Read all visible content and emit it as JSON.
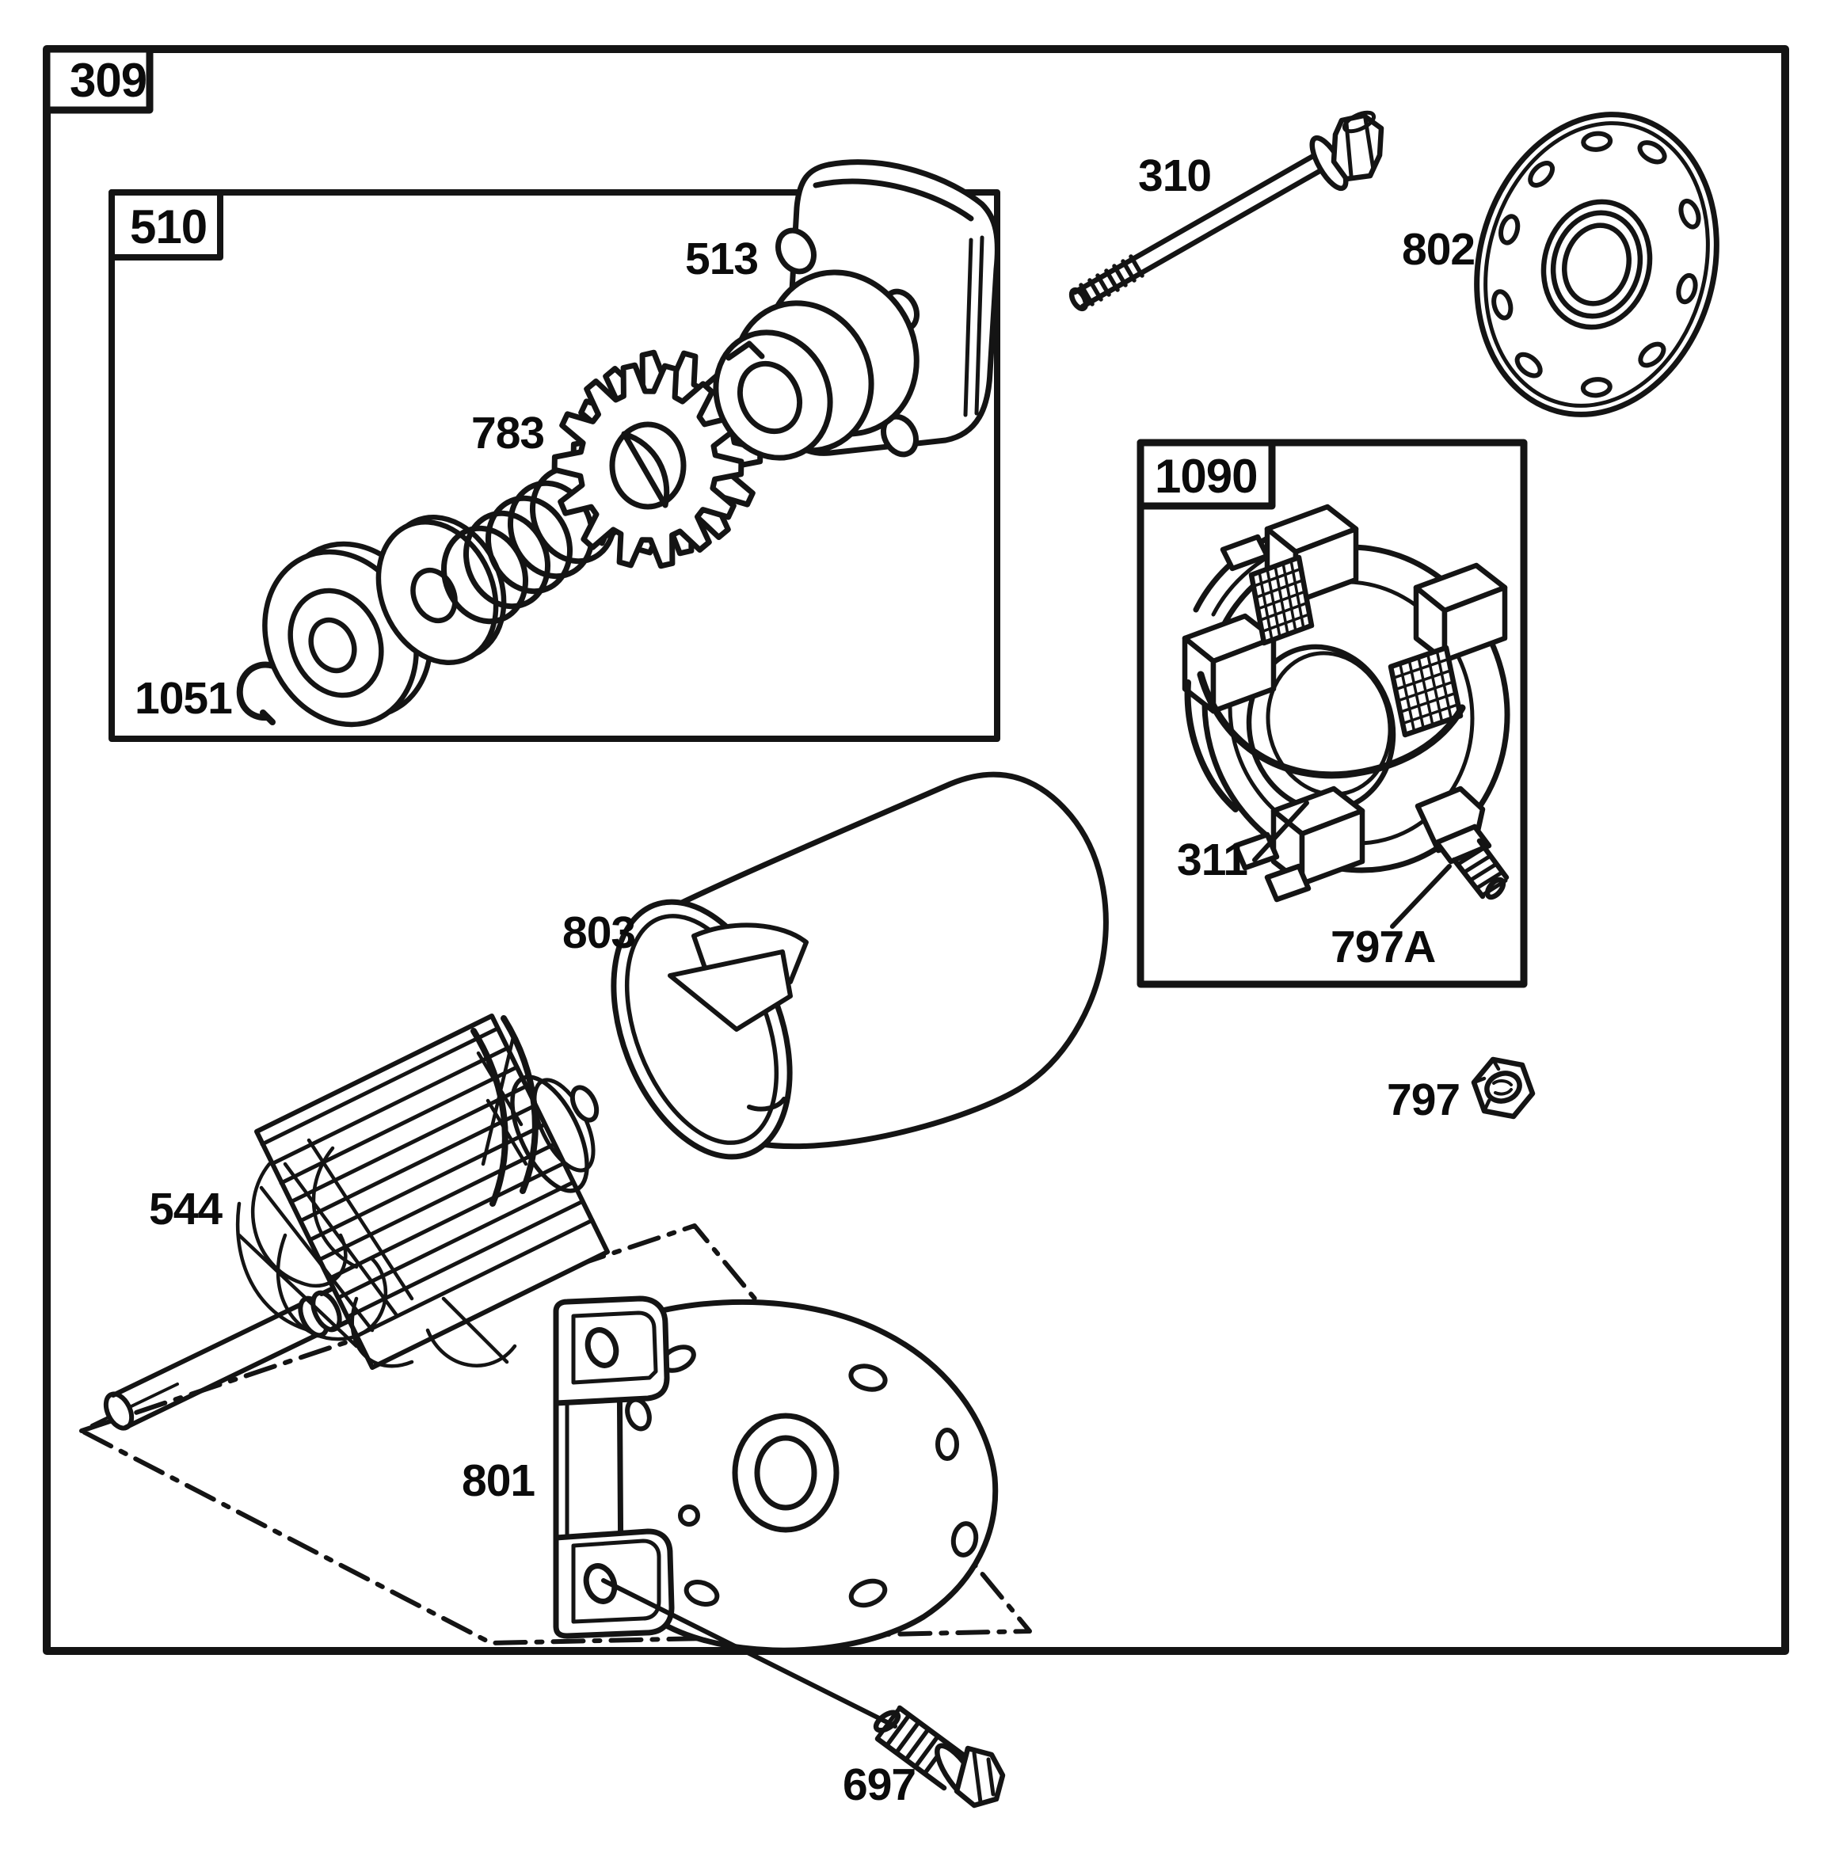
{
  "figure": {
    "type": "exploded-parts-diagram",
    "background": "#ffffff",
    "line_color": "#141414"
  },
  "labels": {
    "frame": "309",
    "drive_assembly_box": "510",
    "gear_housing": "513",
    "pinion_gear": "783",
    "retaining_ring": "1051",
    "through_bolt": "310",
    "end_cap": "802",
    "brush_assembly_box": "1090",
    "brush_holder": "311",
    "terminal_stud": "797A",
    "hex_nut": "797",
    "motor_housing": "803",
    "armature": "544",
    "end_bracket": "801",
    "mounting_screw": "697"
  },
  "parts": [
    {
      "ref": "513",
      "inside_box": "510"
    },
    {
      "ref": "783",
      "inside_box": "510"
    },
    {
      "ref": "1051",
      "inside_box": "510"
    },
    {
      "ref": "310",
      "inside_box": "309"
    },
    {
      "ref": "802",
      "inside_box": "309"
    },
    {
      "ref": "311",
      "inside_box": "1090"
    },
    {
      "ref": "797A",
      "inside_box": "1090"
    },
    {
      "ref": "797",
      "inside_box": "309"
    },
    {
      "ref": "803",
      "inside_box": "309"
    },
    {
      "ref": "544",
      "inside_box": "309"
    },
    {
      "ref": "801",
      "inside_box": "309"
    },
    {
      "ref": "697",
      "inside_box": "309"
    }
  ]
}
